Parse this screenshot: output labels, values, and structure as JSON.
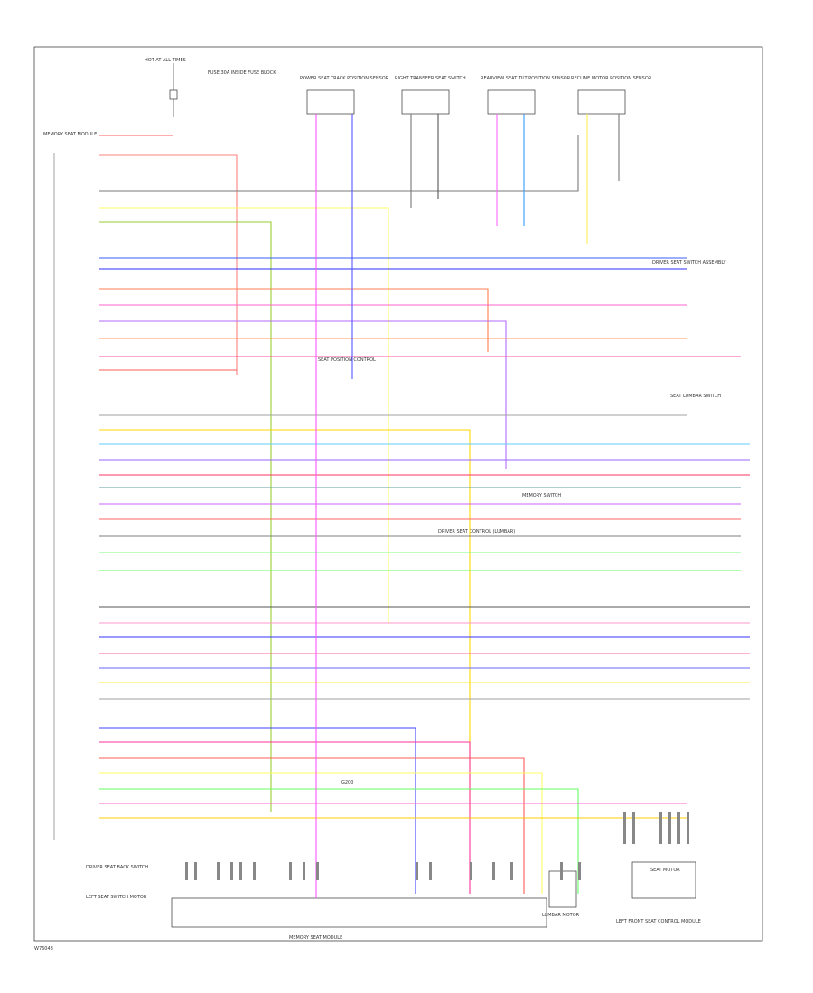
{
  "diagram": {
    "footer_code": "W76048",
    "components": {
      "hot_fuse": "HOT AT ALL TIMES",
      "hot_fuse_detail": "FUSE 30A INSIDE FUSE BLOCK",
      "g1": "POWER SEAT TRACK POSITION SENSOR",
      "g2": "RIGHT TRANSFER SEAT SWITCH",
      "g3": "REARVIEW SEAT TILT POSITION SENSOR",
      "g4": "RECLINE MOTOR POSITION SENSOR",
      "left_module": "MEMORY SEAT MODULE",
      "driver_switch": "DRIVER SEAT SWITCH ASSEMBLY",
      "lumbar_switch": "SEAT LUMBAR SWITCH",
      "note1": "SEAT POSITION CONTROL",
      "note2": "MEMORY SWITCH",
      "note3": "DRIVER SEAT CONTROL (LUMBAR)",
      "ground_label": "G200",
      "bottom_left_a": "DRIVER SEAT BACK SWITCH",
      "bottom_left_b": "LEFT SEAT SWITCH MOTOR",
      "bottom_main": "MEMORY SEAT MODULE",
      "bottom_mid": "LUMBAR MOTOR",
      "bottom_right_a": "SEAT MOTOR",
      "bottom_right_b": "LEFT FRONT SEAT CONTROL MODULE"
    }
  }
}
